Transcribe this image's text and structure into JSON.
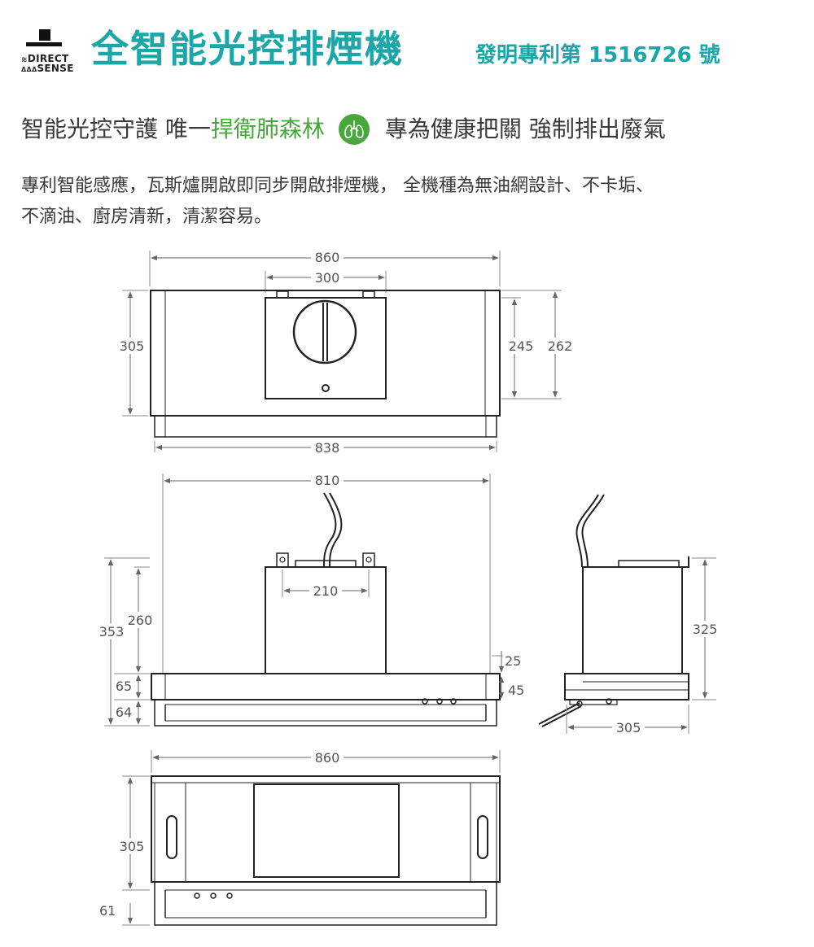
{
  "brand": {
    "logo_line1": "DIRECT",
    "logo_line2": "SENSE",
    "logo_line2_prefix": "ΔΔΔ"
  },
  "header": {
    "title": "全智能光控排煙機",
    "patent": "發明專利第 1516726 號"
  },
  "tagline": {
    "left": "智能光控守護 唯一",
    "mid": "捍衛肺森林",
    "right": "專為健康把關 強制排出廢氣"
  },
  "description": {
    "line1": "專利智能感應，瓦斯爐開啟即同步開啟排煙機， 全機種為無油網設計、不卡垢、",
    "line2": "不滴油、廚房清新，清潔容易。"
  },
  "colors": {
    "accent": "#1ba6a8",
    "green": "#48a73c",
    "line": "#222222",
    "dim": "#666666"
  },
  "icons": {
    "lung": "lung-icon",
    "logo": "brand-logo-icon"
  },
  "dimensions": {
    "top_view": {
      "width_overall": "860",
      "width_duct": "300",
      "width_body": "838",
      "height_left": "305",
      "height_inner": "245",
      "height_right": "262"
    },
    "front_view": {
      "width_body": "810",
      "duct_spacing": "210",
      "height_total": "353",
      "height_housing": "260",
      "panel_65": "65",
      "panel_64": "64",
      "step_25": "25",
      "step_45": "45"
    },
    "side_view": {
      "height": "325",
      "depth": "305"
    },
    "bottom_view": {
      "width": "860",
      "depth": "305",
      "front_61": "61"
    }
  }
}
